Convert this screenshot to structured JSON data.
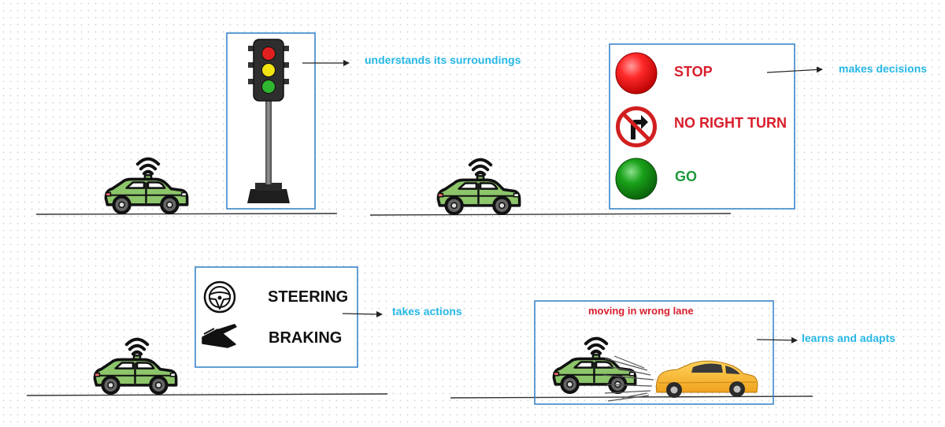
{
  "panels": {
    "perception": {
      "caption": "understands its surroundings",
      "traffic_light_colors": [
        "#e0201f",
        "#f2e313",
        "#2fb52f"
      ]
    },
    "decision": {
      "caption": "makes decisions",
      "signs": [
        {
          "label": "STOP",
          "icon": "red-circle-icon",
          "color": "#d81e2c"
        },
        {
          "label": "NO RIGHT TURN",
          "icon": "no-right-turn-icon",
          "color": "#d81e2c"
        },
        {
          "label": "GO",
          "icon": "green-circle-icon",
          "color": "#1c9a3c"
        }
      ]
    },
    "action": {
      "caption": "takes actions",
      "controls": [
        {
          "label": "STEERING",
          "icon": "steering-wheel-icon"
        },
        {
          "label": "BRAKING",
          "icon": "brake-pedal-icon"
        }
      ]
    },
    "learning": {
      "caption": "learns and adapts",
      "event": "moving in wrong lane"
    }
  },
  "colors": {
    "autonomous_car": "#8cc56a",
    "other_car": "#f5b82e",
    "accent_text": "#27b7e6",
    "frame": "#2f7fc8"
  }
}
